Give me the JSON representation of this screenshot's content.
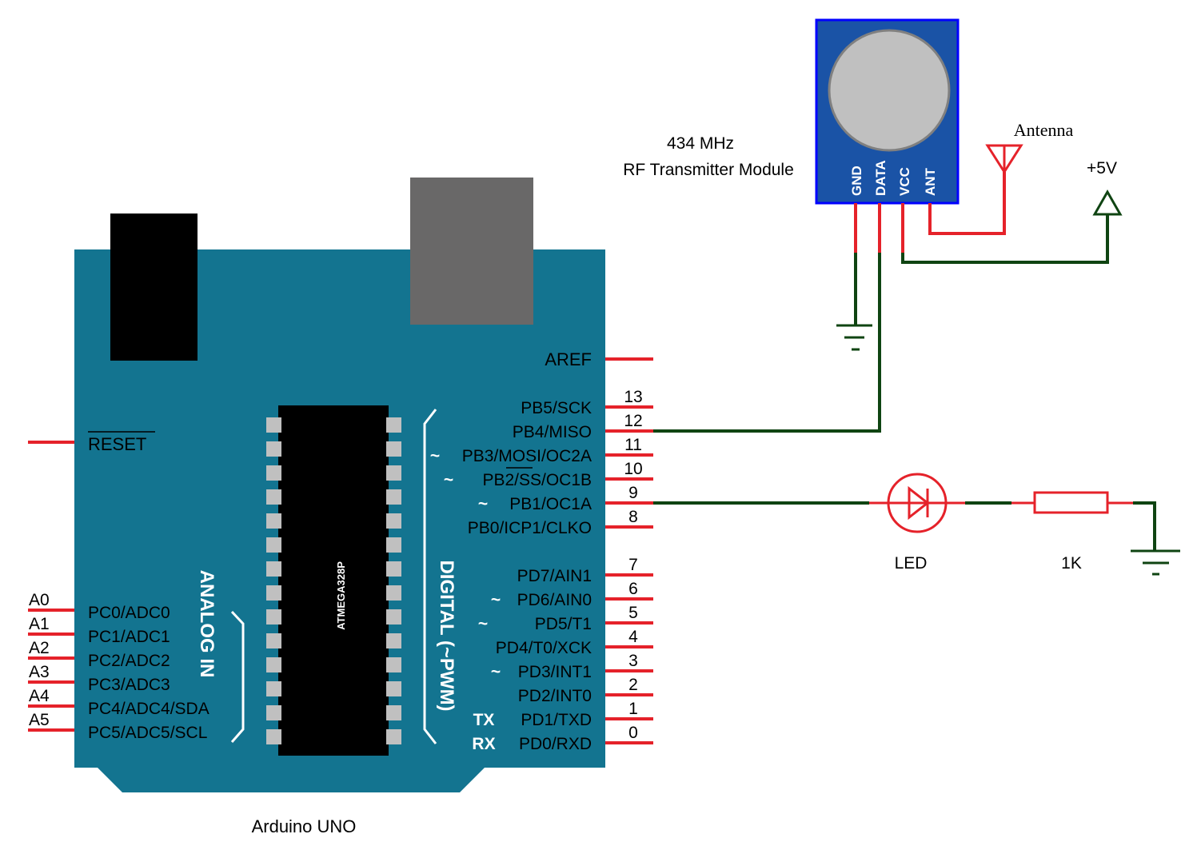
{
  "colors": {
    "board": "#137490",
    "pin": "#e5222a",
    "wire": "#0f4412",
    "chip": "#000000",
    "chip_pin": "#c0c0c0",
    "usb": "#696868",
    "module": "#1a53a6",
    "module_border": "#0000ff",
    "crystal": "#c0c0c0",
    "crystal_border": "#808080"
  },
  "arduino": {
    "title": "Arduino UNO",
    "chip_label": "ATMEGA328P",
    "reset_label": "RESET",
    "aref_label": "AREF",
    "digital_group_label": "DIGITAL (~PWM)",
    "analog_group_label": "ANALOG IN",
    "digital_pins": [
      {
        "num": "13",
        "name": "PB5/SCK",
        "prefix": ""
      },
      {
        "num": "12",
        "name": "PB4/MISO",
        "prefix": ""
      },
      {
        "num": "11",
        "name": "PB3/MOSI/OC2A",
        "prefix": "~"
      },
      {
        "num": "10",
        "name": "PB2/SS/OC1B",
        "prefix": "~"
      },
      {
        "num": "9",
        "name": "PB1/OC1A",
        "prefix": "~"
      },
      {
        "num": "8",
        "name": "PB0/ICP1/CLKO",
        "prefix": ""
      },
      {
        "num": "7",
        "name": "PD7/AIN1",
        "prefix": ""
      },
      {
        "num": "6",
        "name": "PD6/AIN0",
        "prefix": "~"
      },
      {
        "num": "5",
        "name": "PD5/T1",
        "prefix": "~"
      },
      {
        "num": "4",
        "name": "PD4/T0/XCK",
        "prefix": ""
      },
      {
        "num": "3",
        "name": "PD3/INT1",
        "prefix": "~"
      },
      {
        "num": "2",
        "name": "PD2/INT0",
        "prefix": ""
      },
      {
        "num": "1",
        "name": "PD1/TXD",
        "prefix": "TX"
      },
      {
        "num": "0",
        "name": "PD0/RXD",
        "prefix": "RX"
      }
    ],
    "analog_pins": [
      {
        "num": "A0",
        "name": "PC0/ADC0"
      },
      {
        "num": "A1",
        "name": "PC1/ADC1"
      },
      {
        "num": "A2",
        "name": "PC2/ADC2"
      },
      {
        "num": "A3",
        "name": "PC3/ADC3"
      },
      {
        "num": "A4",
        "name": "PC4/ADC4/SDA"
      },
      {
        "num": "A5",
        "name": "PC5/ADC5/SCL"
      }
    ]
  },
  "rf_module": {
    "title_line1": "434 MHz",
    "title_line2": "RF Transmitter Module",
    "pins": [
      "GND",
      "DATA",
      "VCC",
      "ANT"
    ]
  },
  "antenna": {
    "label": "Antenna"
  },
  "power": {
    "label": "+5V"
  },
  "led": {
    "label": "LED"
  },
  "resistor": {
    "label": "1K"
  }
}
